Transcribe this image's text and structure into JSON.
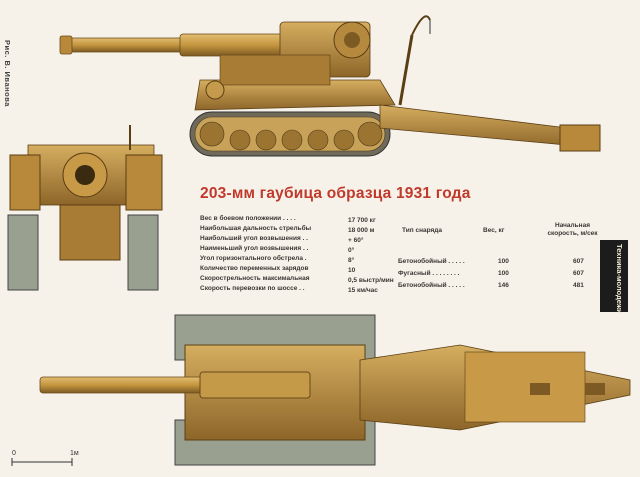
{
  "credit": "Рис. В. Иванова",
  "title": "203-мм гаубица образца 1931 года",
  "specs": [
    {
      "label": "Вес в боевом положении . . . .",
      "value": "17 700 кг"
    },
    {
      "label": "Наибольшая дальность стрельбы",
      "value": "18 000 м"
    },
    {
      "label": "Наибольший угол возвышения . .",
      "value": "+ 60°"
    },
    {
      "label": "Наименьший угол возвышения . .",
      "value": "0°"
    },
    {
      "label": "Угол горизонтального обстрела .",
      "value": "8°"
    },
    {
      "label": "Количество переменных зарядов",
      "value": "10"
    },
    {
      "label": "Скорострельность максимальная",
      "value": "0,5 выстр/мин"
    },
    {
      "label": "Скорость перевозки по шоссе . .",
      "value": "15 км/час"
    }
  ],
  "ammo_table": {
    "headers": [
      "Тип снаряда",
      "Вес, кг",
      "Начальная скорость, м/сек"
    ],
    "rows": [
      {
        "type": "Бетонобойный . . . . .",
        "mass": "100",
        "velocity": "607"
      },
      {
        "type": "Фугасный . . . . . . . .",
        "mass": "100",
        "velocity": "607"
      },
      {
        "type": "Бетонобойный . . . . .",
        "mass": "146",
        "velocity": "481"
      }
    ]
  },
  "brand": "Техника-молодежи",
  "scale": {
    "zero": "0",
    "unit": "1м"
  },
  "colors": {
    "gun": "#c89a48",
    "gun_dark": "#8a6328",
    "gun_light": "#dcb468",
    "track": "#9aa090",
    "title": "#c0392b"
  }
}
